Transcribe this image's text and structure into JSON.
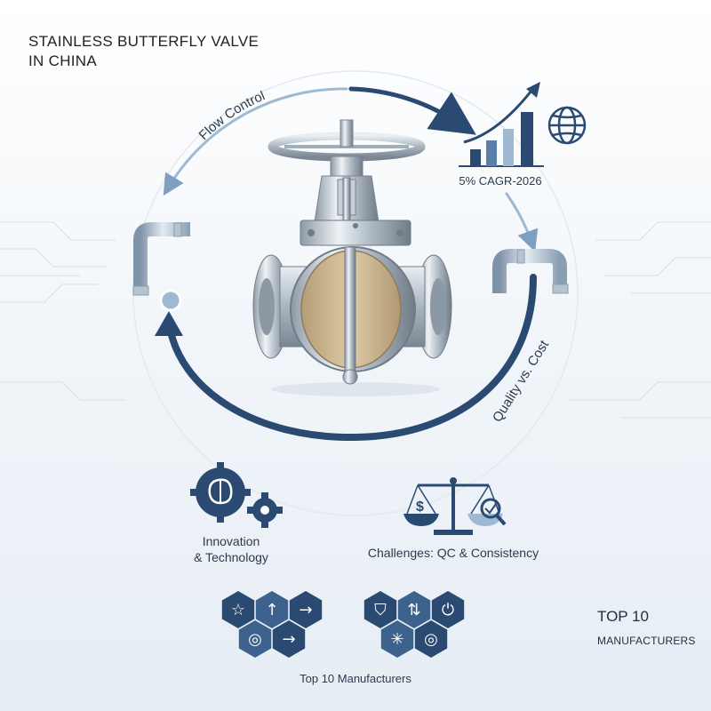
{
  "header": {
    "title_line1": "STAINLESS BUTTERFLY VALVE",
    "title_line2": "IN CHINA"
  },
  "cycle": {
    "label_top": "Flow Control",
    "label_right": "Quality vs. Cost"
  },
  "growth": {
    "cagr_label": "5% CAGR-2026"
  },
  "features": {
    "innovation_line1": "Innovation",
    "innovation_line2": "& Technology",
    "challenges": "Challenges: QC & Consistency"
  },
  "manufacturers": {
    "caption": "Top 10 Manufacturers",
    "headline": "TOP 10",
    "subheadline": "MANUFACTURERS",
    "icons_left": [
      "star-icon",
      "arrow-up-icon",
      "arrow-right-icon",
      "target-icon",
      "arrow-right-icon"
    ],
    "icons_right": [
      "shield-icon",
      "swap-vertical-icon",
      "power-icon",
      "snowflake-icon",
      "target-icon"
    ]
  },
  "colors": {
    "navy": "#2a4a72",
    "steel_blue": "#5b7fa8",
    "light_blue": "#9fb9d3",
    "disc_tan": "#c9b48f"
  }
}
